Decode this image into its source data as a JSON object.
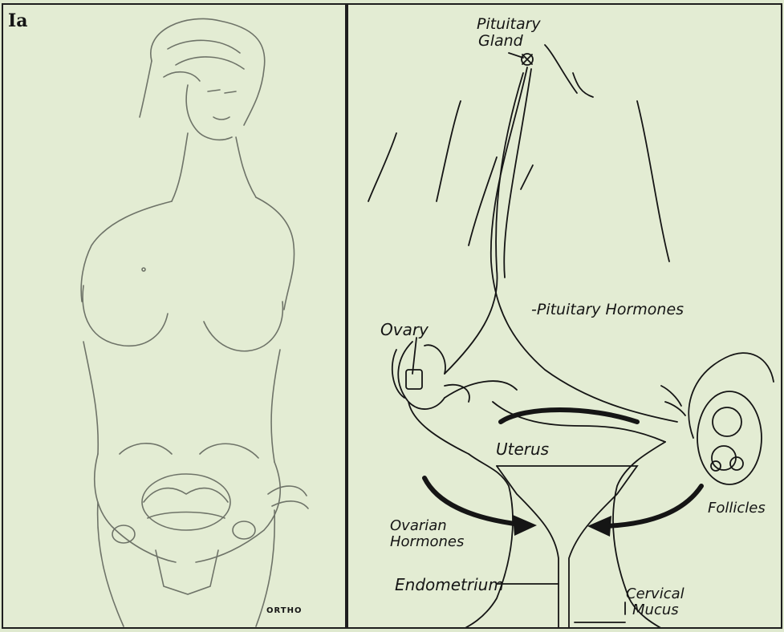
{
  "panel_id": "Ia",
  "credit": "ORTHO",
  "labels": {
    "pituitary_gland": [
      "Pituitary",
      "Gland"
    ],
    "pituitary_hormones": "-Pituitary Hormones",
    "ovary": "Ovary",
    "uterus": "Uterus",
    "ovarian_hormones": [
      "Ovarian",
      "Hormones"
    ],
    "follicles": "Follicles",
    "endometrium": "Endometrium",
    "cervical_mucus": [
      "Cervical",
      "Mucus"
    ]
  },
  "colors": {
    "background": "#dfe9cf",
    "ink": "#151515",
    "sketch": "#6e7368"
  }
}
